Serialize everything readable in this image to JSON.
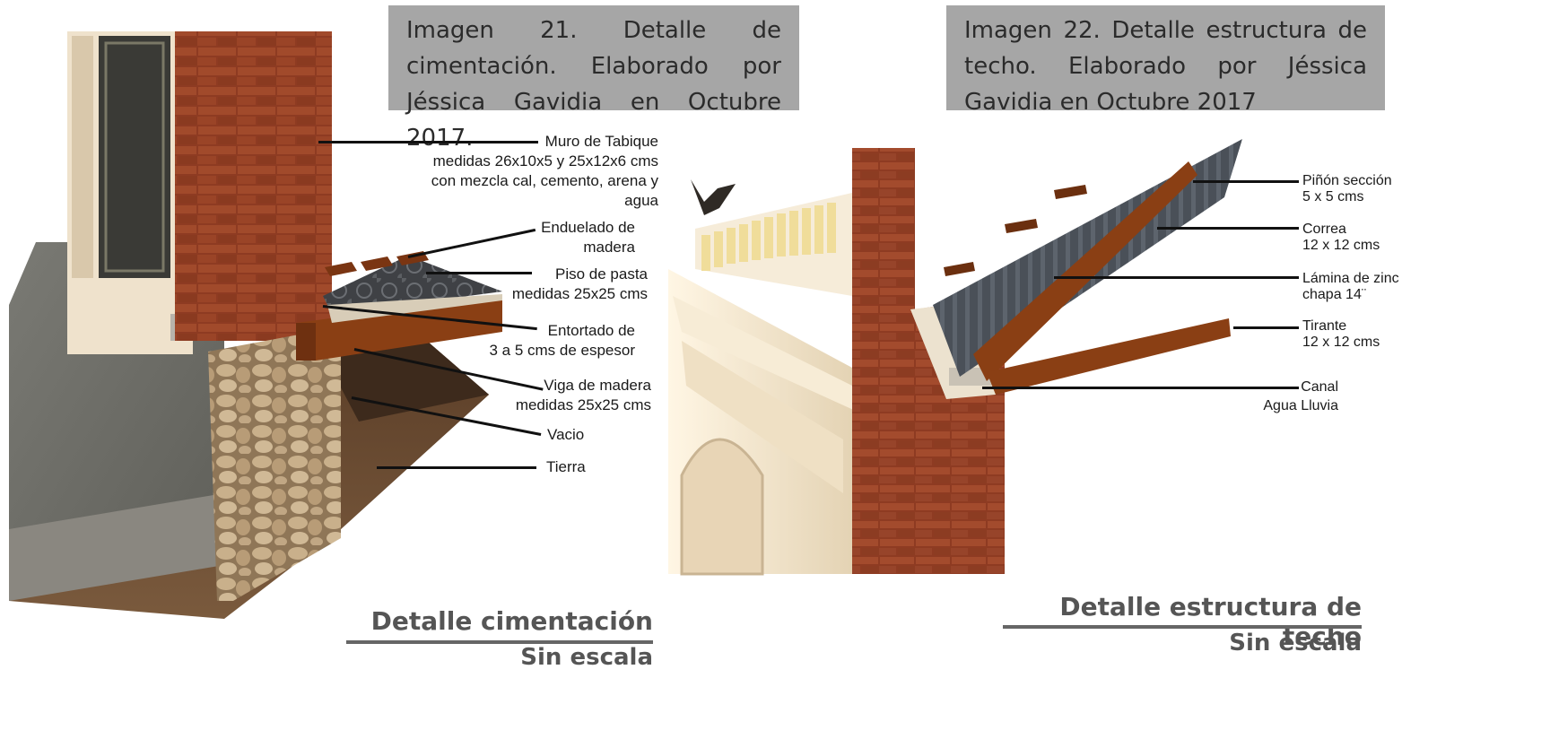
{
  "figure21": {
    "caption": "Imagen 21. Detalle de cimentación. Elaborado por Jéssica Gavidia en Octubre 2017.",
    "labels": {
      "muro": "Muro de Tabique\nmedidas 26x10x5 y 25x12x6 cms\ncon mezcla cal, cemento, arena y\nagua",
      "enduelado": "Enduelado de\nmadera",
      "piso": "Piso de pasta\nmedidas 25x25 cms",
      "entortado": "Entortado de\n3 a 5 cms de espesor",
      "viga": "Viga de madera\nmedidas 25x25 cms",
      "vacio": "Vacio",
      "tierra": "Tierra"
    },
    "title": "Detalle cimentación",
    "scale": "Sin escala"
  },
  "figure22": {
    "caption": "Imagen 22. Detalle estructura de techo. Elaborado por Jéssica Gavidia en Octubre 2017",
    "labels": {
      "pinon": "Piñón sección\n5 x 5 cms",
      "correa": "Correa\n12 x 12 cms",
      "lamina": "Lámina de zinc\nchapa 14¨",
      "tirante": "Tirante\n12 x 12 cms",
      "canal": "Canal\nAgua Lluvia"
    },
    "title": "Detalle estructura de techo",
    "scale": "Sin escala"
  },
  "colors": {
    "caption_bg": "#a6a6a6",
    "brick": "#8e3b22",
    "wood": "#8a3f14",
    "stone": "#b59a78",
    "soil": "#6b4a30",
    "zinc": "#4a5058",
    "render": "#f3e7d2"
  }
}
